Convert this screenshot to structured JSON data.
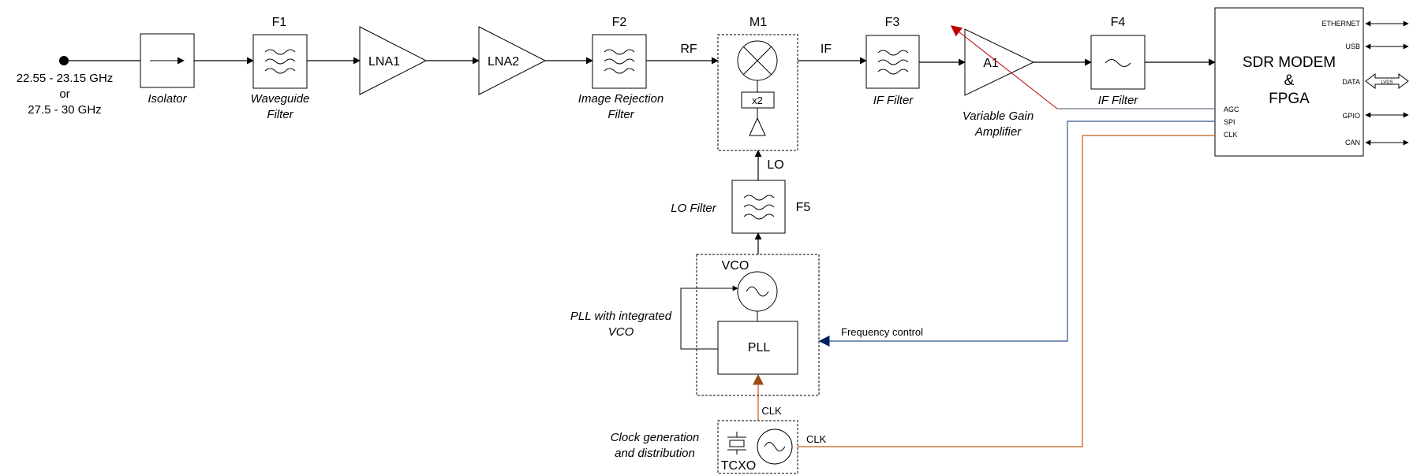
{
  "input": {
    "freq_line1": "22.55 - 23.15 GHz",
    "freq_line2": "or",
    "freq_line3": "27.5 - 30 GHz"
  },
  "blocks": {
    "isolator": "Isolator",
    "f1_ref": "F1",
    "f1_line1": "Waveguide",
    "f1_line2": "Filter",
    "lna1": "LNA1",
    "lna2": "LNA2",
    "f2_ref": "F2",
    "f2_line1": "Image Rejection",
    "f2_line2": "Filter",
    "rf": "RF",
    "m1_ref": "M1",
    "doubler": "x2",
    "if": "IF",
    "f3_ref": "F3",
    "f3_label": "IF Filter",
    "a1": "A1",
    "vga_line1": "Variable Gain",
    "vga_line2": "Amplifier",
    "f4_ref": "F4",
    "f4_label": "IF Filter",
    "lo": "LO",
    "lo_filter": "LO Filter",
    "f5_ref": "F5",
    "vco": "VCO",
    "pll": "PLL",
    "pll_line1": "PLL with integrated",
    "pll_line2": "VCO",
    "freq_control": "Frequency control",
    "clk_upper": "CLK",
    "clk_right": "CLK",
    "tcxo": "TCXO",
    "clock_line1": "Clock generation",
    "clock_line2": "and distribution"
  },
  "sdr": {
    "title_line1": "SDR MODEM",
    "title_line2": "&",
    "title_line3": "FPGA",
    "left_ports": [
      "AGC",
      "SPI",
      "CLK"
    ],
    "right_ports": [
      "ETHERNET",
      "USB",
      "DATA",
      "GPIO",
      "CAN"
    ],
    "lvds": "LVDS"
  },
  "colors": {
    "agc_line": "#c00000",
    "agc_wire": "#44546a",
    "spi_line": "#2f5597",
    "freq_arrow": "#002060",
    "clk_line": "#c55a11",
    "clk_arrow": "#9c4a13"
  }
}
